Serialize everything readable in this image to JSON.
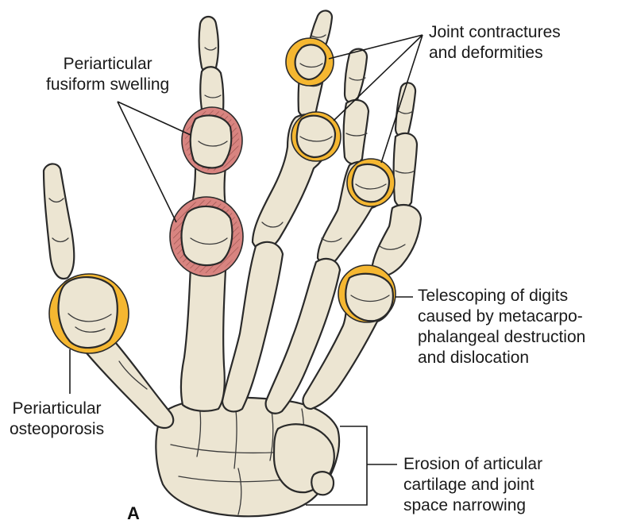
{
  "figure": {
    "panel_label": "A",
    "colors": {
      "bone_fill": "#ece5d2",
      "bone_outline": "#2a2a2a",
      "joint_highlight_orange": "#f5b731",
      "swelling_highlight_red": "#d88480",
      "label_text": "#1a1a1a"
    },
    "labels": {
      "fusiform_swelling": [
        "Periarticular",
        "fusiform swelling"
      ],
      "joint_contractures": [
        "Joint contractures",
        "and deformities"
      ],
      "telescoping": [
        "Telescoping of digits",
        "caused by metacarpo-",
        "phalangeal destruction",
        "and dislocation"
      ],
      "osteoporosis": [
        "Periarticular",
        "osteoporosis"
      ],
      "erosion": [
        "Erosion of articular",
        "cartilage and joint",
        "space narrowing"
      ]
    }
  }
}
